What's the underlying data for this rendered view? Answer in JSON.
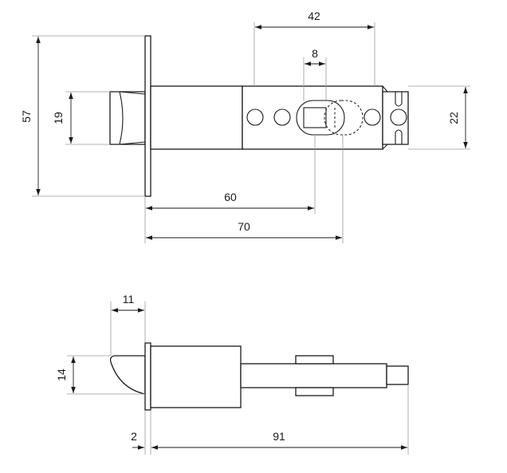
{
  "top_view": {
    "dims": {
      "stroke_width": "42",
      "square_width": "8",
      "faceplate_height": "57",
      "latch_height": "19",
      "body_height": "22",
      "backset_60": "60",
      "backset_70": "70"
    }
  },
  "side_view": {
    "dims": {
      "latch_projection": "11",
      "latch_height": "14",
      "faceplate_thickness": "2",
      "overall_length": "91"
    }
  }
}
